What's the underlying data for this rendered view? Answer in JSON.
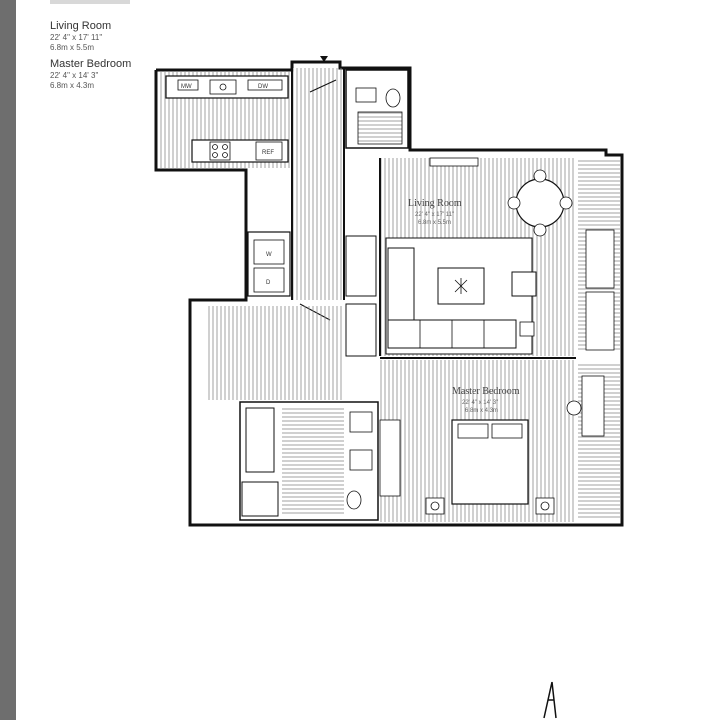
{
  "legend": {
    "rooms": [
      {
        "name": "Living Room",
        "imperial": "22' 4\" x 17' 11\"",
        "metric": "6.8m x 5.5m"
      },
      {
        "name": "Master Bedroom",
        "imperial": "22' 4\" x 14' 3\"",
        "metric": "6.8m x 4.3m"
      }
    ]
  },
  "plan": {
    "labels": {
      "living_room": "Living Room",
      "living_room_dims": "22' 4\" x 17' 11\"",
      "living_room_metric": "6.8m x 5.5m",
      "master_bedroom": "Master Bedroom",
      "master_bedroom_dims": "22' 4\" x 14' 3\"",
      "master_bedroom_metric": "6.8m x 4.3m",
      "kitchen_mw": "MW",
      "kitchen_dw": "DW",
      "kitchen_ref": "REF",
      "washer": "W",
      "dryer": "D"
    }
  },
  "colors": {
    "wall": "#111111",
    "floor_lines": "#777777",
    "left_bar": "#6e6e6e"
  }
}
